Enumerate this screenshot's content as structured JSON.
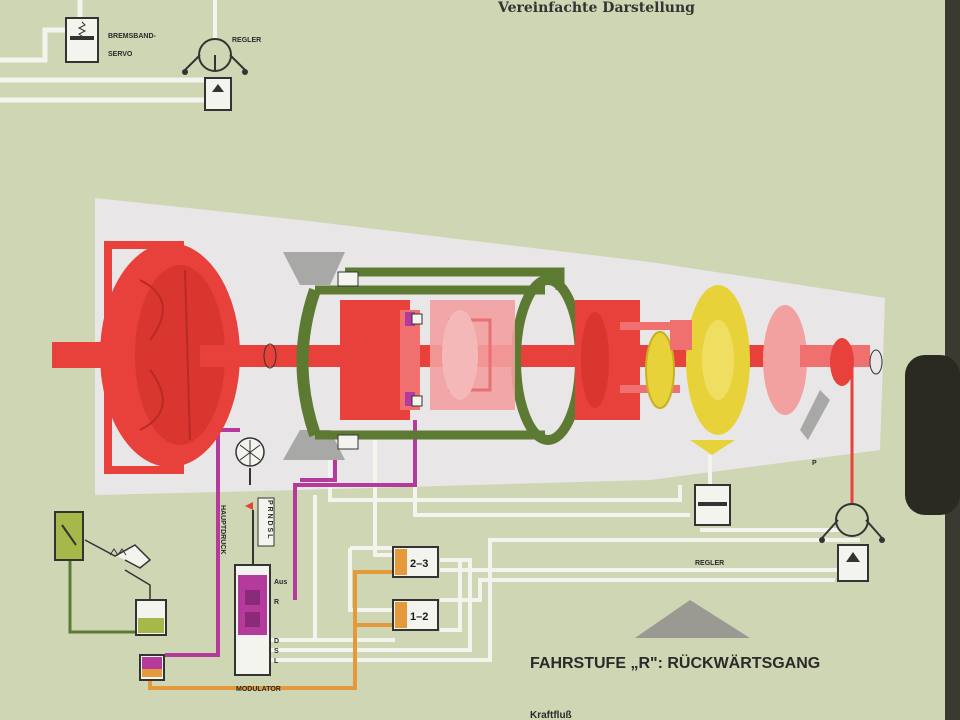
{
  "header": {
    "title": "Vereinfachte Darstellung"
  },
  "top_inset": {
    "servo_label_1": "BREMSBAND-",
    "servo_label_2": "SERVO",
    "governor_label": "REGLER"
  },
  "hydraulics": {
    "main_pressure_label": "HAUPTDRUCK",
    "selector_positions": "P R N D S L",
    "outlet_labels": [
      "Aus",
      "R",
      "D",
      "S",
      "L"
    ],
    "valve_2_3": "2–3",
    "valve_1_2": "1–2",
    "governor_label": "REGLER",
    "modulator_label": "MODULATOR",
    "park_label": "P"
  },
  "footer": {
    "stage_title": "FAHRSTUFE „R\": RÜCKWÄRTSGANG",
    "power_flow_label": "Kraftfluß"
  },
  "colors": {
    "board": "#cfd6b4",
    "red": "#e8403a",
    "pink": "#f2a0a0",
    "green": "#5c7a32",
    "yellow": "#e8d23a",
    "magenta": "#b43a9c",
    "orange": "#e49a3a",
    "white_line": "#f4f4ee"
  }
}
